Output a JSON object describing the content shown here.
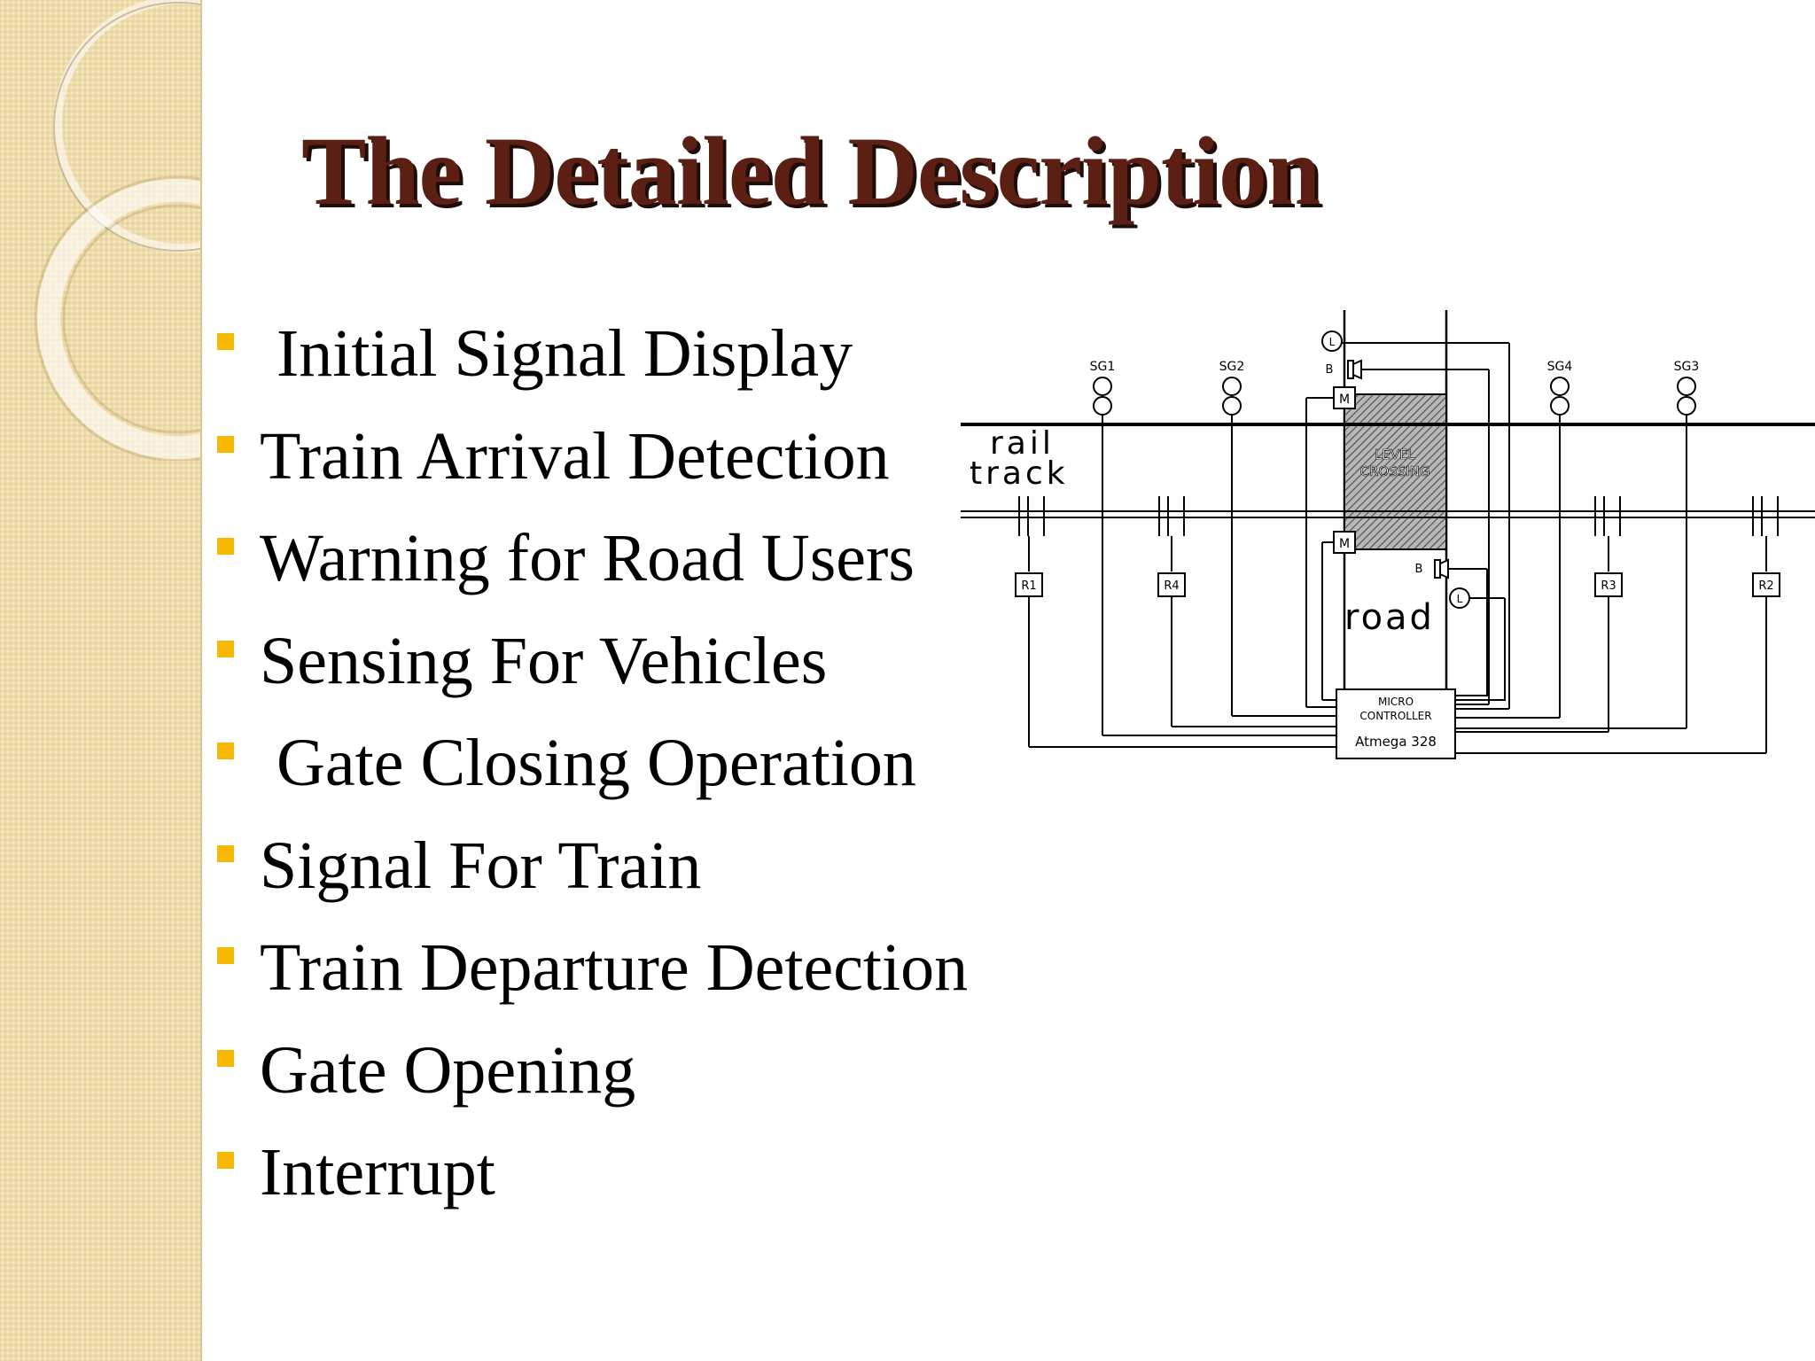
{
  "slide": {
    "title": "The Detailed Description",
    "bullets": [
      {
        "text": "Initial Signal Display",
        "indent": true
      },
      {
        "text": "Train Arrival Detection",
        "indent": false
      },
      {
        "text": "Warning for Road Users",
        "indent": false
      },
      {
        "text": "Sensing For Vehicles",
        "indent": false
      },
      {
        "text": "Gate Closing Operation",
        "indent": true
      },
      {
        "text": "Signal For Train",
        "indent": false
      },
      {
        "text": "Train Departure Detection",
        "indent": false
      },
      {
        "text": "Gate Opening",
        "indent": false
      },
      {
        "text": "Interrupt",
        "indent": false
      }
    ]
  },
  "diagram": {
    "rail_label_1": "rail",
    "rail_label_2": "track",
    "road_label": "road",
    "crossing_label_1": "LEVEL",
    "crossing_label_2": "CROSSING",
    "signals": [
      "SG1",
      "SG2",
      "SG4",
      "SG3"
    ],
    "sensors": [
      "R1",
      "R4",
      "R3",
      "R2"
    ],
    "motor_label": "M",
    "buzzer_label": "B",
    "led_label": "L",
    "controller_line_1": "MICRO",
    "controller_line_2": "CONTROLLER",
    "controller_line_3": "Atmega 328"
  },
  "colors": {
    "title": "#5b1f14",
    "bullet": "#f6b800",
    "side_band": "#eedcaa"
  }
}
